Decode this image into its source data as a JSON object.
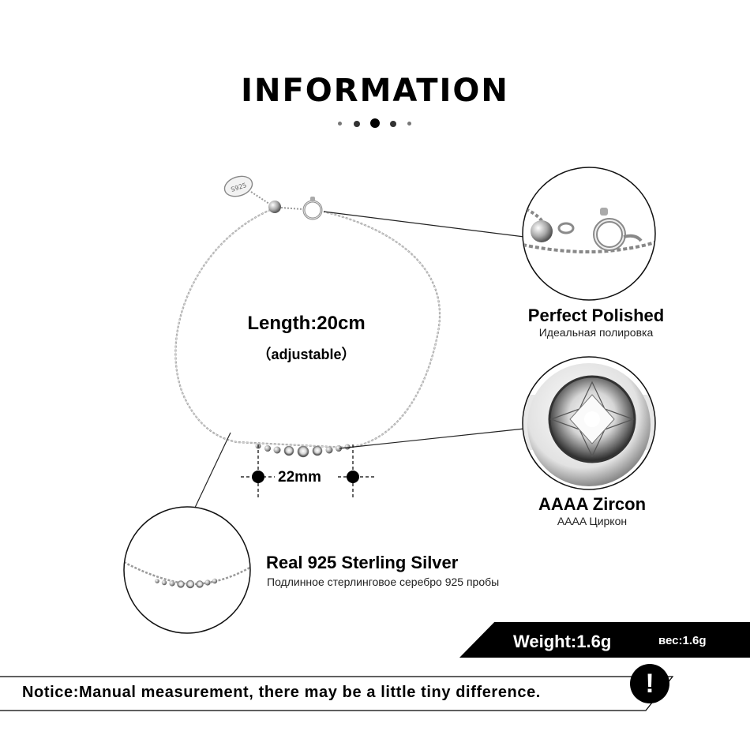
{
  "header": {
    "title": "INFORMATION"
  },
  "product": {
    "tag_stamp": "S925",
    "length_label": "Length:20cm",
    "adjustable_label": "（adjustable）",
    "bead_span_label": "22mm"
  },
  "features": [
    {
      "title": "Perfect  Polished",
      "subtitle": "Идеальная полировка"
    },
    {
      "title": "AAAA Zircon",
      "subtitle": "AAAA Циркон"
    },
    {
      "title": "Real 925  Sterling  Silver",
      "subtitle": "Подлинное стерлинговое серебро 925 пробы"
    }
  ],
  "weight": {
    "label": "Weight:1.6g",
    "label_ru": "вес:1.6g"
  },
  "notice": {
    "text": "Notice:Manual measurement, there may be a little tiny difference.",
    "icon": "exclamation-icon",
    "icon_glyph": "!"
  }
}
